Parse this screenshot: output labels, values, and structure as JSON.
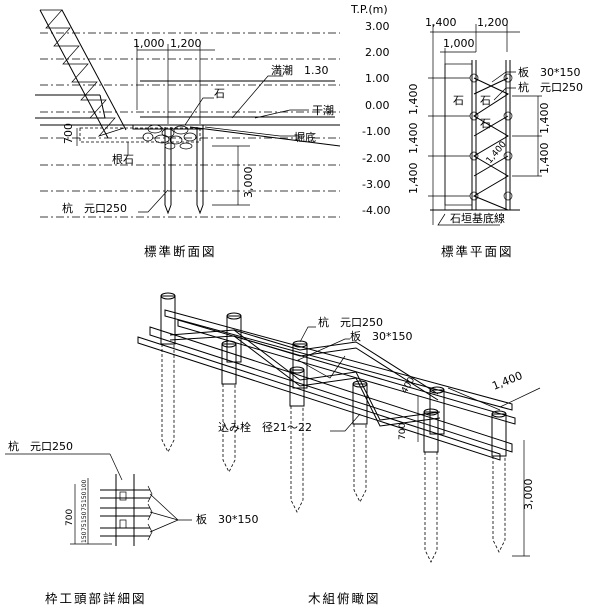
{
  "section": {
    "title": "標準断面図",
    "unit_label": "T.P.(m)",
    "levels": [
      "3.00",
      "2.00",
      "1.00",
      "0.00",
      "-1.00",
      "-2.00",
      "-3.00",
      "-4.00"
    ],
    "high_tide": "満潮　1.30",
    "low_tide": "干潮",
    "stone": "石",
    "dredge_bottom": "堀底",
    "base_stone": "根石",
    "pile": "杭　元口250",
    "dim_1000": "1,000",
    "dim_1200": "1,200",
    "dim_700": "700",
    "dim_3000": "3,000"
  },
  "plan": {
    "title": "標準平面図",
    "dim_1400_top": "1,400",
    "dim_1200_top": "1,200",
    "dim_1000": "1,000",
    "board": "板　30*150",
    "pile": "杭　元口250",
    "stone_1": "石",
    "stone_2": "石",
    "stone_3": "石",
    "dim_left_1": "1,400",
    "dim_left_2": "1,400",
    "dim_left_3": "1,400",
    "dim_right_1": "1,400",
    "dim_right_2": "1,400",
    "dim_diag": "1,400",
    "baseline": "石垣基底線"
  },
  "bird": {
    "title": "木組俯瞰図",
    "pile": "杭　元口250",
    "board": "板　30*150",
    "dowel": "込み栓　径21～22",
    "dim_400": "400",
    "dim_1400": "1,400",
    "dim_700": "700",
    "dim_3000": "3,000"
  },
  "detail": {
    "title": "枠工頭部詳細図",
    "pile": "杭　元口250",
    "board": "板　30*150",
    "dim_700": "700",
    "dims_small": [
      "150",
      "75",
      "150",
      "75",
      "150",
      "100"
    ]
  }
}
